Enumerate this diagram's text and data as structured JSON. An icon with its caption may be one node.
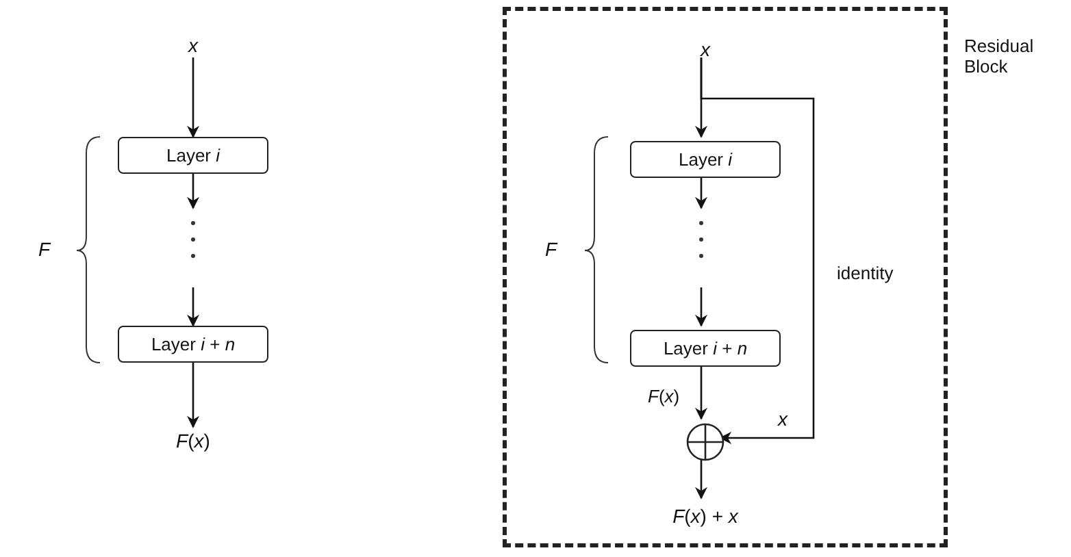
{
  "diagram": {
    "nodes": [
      {
        "text": [
          "x"
        ]
      },
      {
        "text": [
          "Layer *i*"
        ]
      },
      {
        "text": [
          "Layer *i* + *n*"
        ]
      },
      {
        "text": [
          "*F*(*x*)"
        ]
      },
      {
        "text": [
          "Residual Block"
        ]
      },
      {
        "text": [
          "x"
        ],
        "in": 4
      },
      {
        "text": [
          "Layer *i*"
        ],
        "in": 4
      },
      {
        "text": [
          "Layer *i* + *n*"
        ],
        "in": 4
      },
      {
        "text": [],
        "shape": "circle",
        "in": 4
      },
      {
        "text": [
          "*F*(*x*) + *x*"
        ],
        "in": 4
      }
    ],
    "edges": [
      {
        "from": 0,
        "to": 1,
        "arrow": "to"
      },
      {
        "from": 1,
        "to": null,
        "arrow": "to"
      },
      {
        "from": null,
        "to": 2,
        "arrow": "to"
      },
      {
        "from": 2,
        "to": 3,
        "arrow": "to"
      },
      {
        "from": 5,
        "to": 6,
        "arrow": "to"
      },
      {
        "from": 6,
        "to": null,
        "arrow": "to"
      },
      {
        "from": null,
        "to": 7,
        "arrow": "to"
      },
      {
        "from": 7,
        "to": 8,
        "arrow": "to",
        "label": "*F*(*x*)"
      },
      {
        "from": 5,
        "to": 8,
        "arrow": "to",
        "label": "identity"
      },
      {
        "from": 8,
        "to": 9,
        "arrow": "to"
      }
    ],
    "labels": [
      "F",
      "F",
      "x"
    ]
  }
}
